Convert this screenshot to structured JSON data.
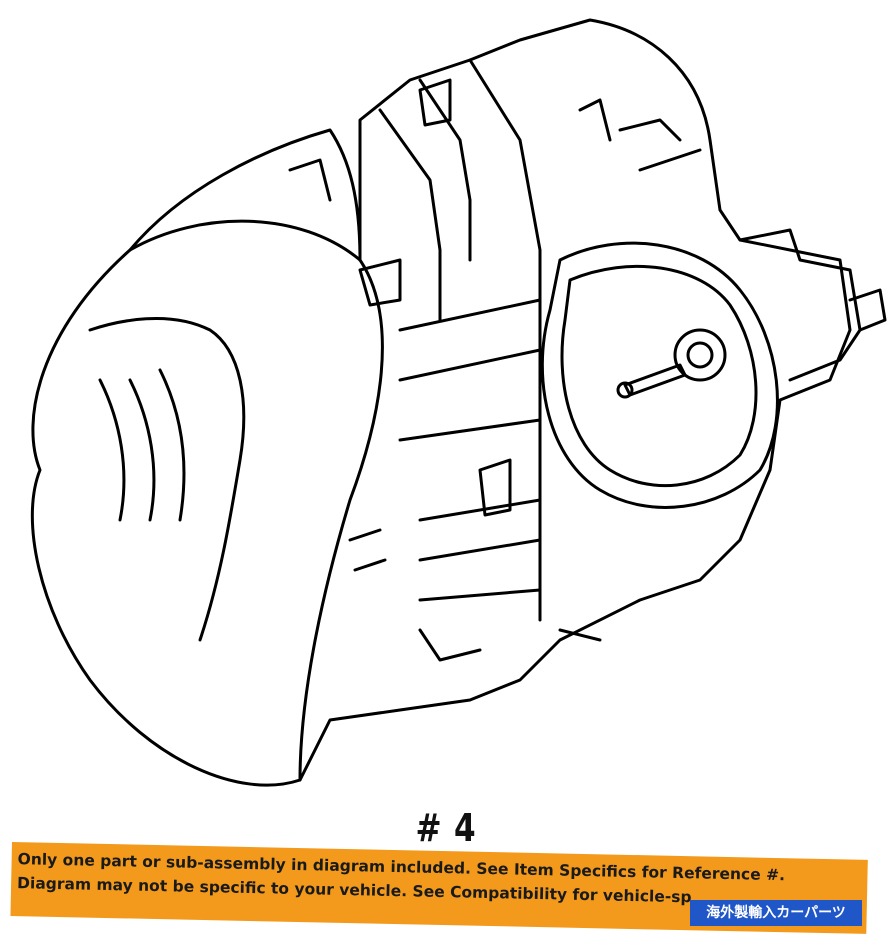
{
  "diagram": {
    "part_number": "# 4"
  },
  "disclaimer": {
    "line1": "Only one part or sub-assembly in diagram included. See Item Specifics for Reference #.",
    "line2": "Diagram may not be specific to your vehicle. See Compatibility for vehicle-sp"
  },
  "store_badge": {
    "label": "海外製輸入カーパーツ",
    "color": "#1f56c8"
  },
  "banner_color": "#f39a1c"
}
